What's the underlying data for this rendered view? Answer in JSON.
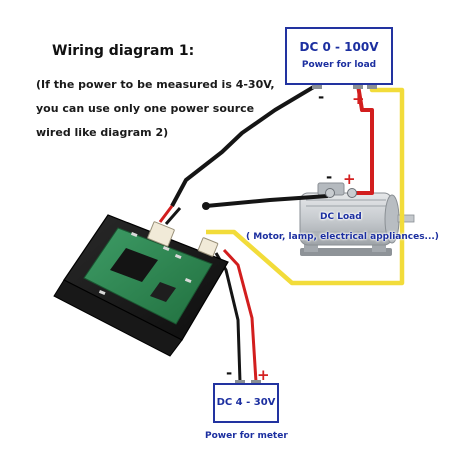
{
  "caption": {
    "title": "Wiring diagram 1:",
    "lines": [
      "(If the power to be measured is 4-30V,",
      "you can use only one power source",
      "wired like diagram 2)"
    ]
  },
  "load_supply": {
    "title": "DC 0 - 100V",
    "subtitle": "Power for load",
    "neg": "-",
    "pos": "+"
  },
  "dc_load": {
    "title": "DC Load",
    "subtitle": "( Motor, lamp, electrical appliances...)",
    "neg": "-",
    "pos": "+"
  },
  "meter_supply": {
    "title": "DC 4 - 30V",
    "subtitle": "Power for meter",
    "neg": "-",
    "pos": "+"
  },
  "colors": {
    "box_border": "#2233a0",
    "box_text": "#1c2fa0",
    "wire_black": "#151515",
    "wire_red": "#d21e1e",
    "wire_yellow": "#f2dc3a",
    "pcb_green": "#2f8a55"
  }
}
